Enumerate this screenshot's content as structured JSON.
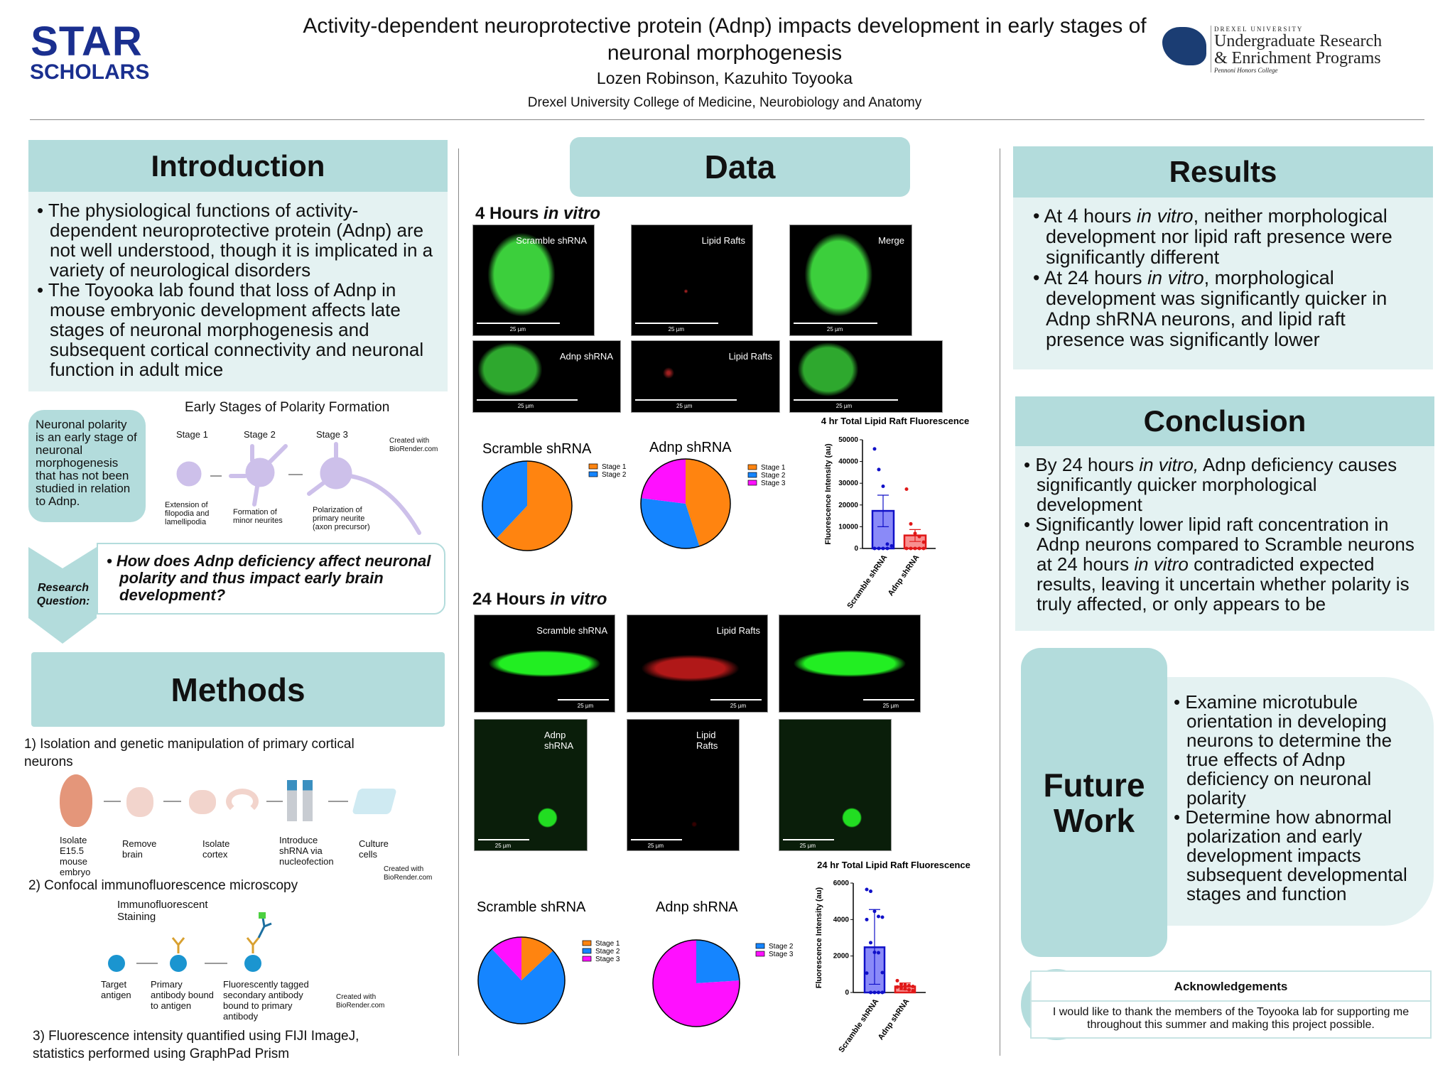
{
  "header": {
    "logo_left_line1": "STAR",
    "logo_left_line2": "SCHOLARS",
    "title_line1": "Activity-dependent neuroprotective protein (Adnp) impacts development in early stages of",
    "title_line2": "neuronal morphogenesis",
    "authors": "Lozen Robinson, Kazuhito Toyooka",
    "affiliation": "Drexel University College of Medicine, Neurobiology and Anatomy",
    "logo_right_top": "DREXEL UNIVERSITY",
    "logo_right_l1": "Undergraduate Research",
    "logo_right_l2": "& Enrichment Programs",
    "logo_right_l3": "Pennoni Honors College"
  },
  "introduction": {
    "title": "Introduction",
    "bullets": [
      "The physiological functions of activity-dependent neuroprotective protein (Adnp) are not well understood, though it is implicated in a variety of neurological disorders",
      "The Toyooka lab found that loss of Adnp in mouse embryonic development affects late stages of neuronal morphogenesis and subsequent cortical connectivity and neuronal function in adult mice"
    ],
    "polarity_note": "Neuronal polarity is an early stage of neuronal morphogenesis that has not been studied in relation to Adnp.",
    "figure": {
      "title": "Early Stages of Polarity Formation",
      "stages": [
        {
          "name": "Stage 1",
          "desc": "Extension of filopodia and lamellipodia"
        },
        {
          "name": "Stage 2",
          "desc": "Formation of minor neurites"
        },
        {
          "name": "Stage 3",
          "desc": "Polarization of primary neurite (axon precursor)"
        }
      ],
      "credit": "Created with BioRender.com"
    }
  },
  "research_question": {
    "label": "Research Question:",
    "text": "How does Adnp deficiency affect neuronal polarity and thus impact early brain development?"
  },
  "methods": {
    "title": "Methods",
    "step1": "1) Isolation and genetic manipulation of primary cortical neurons",
    "step1_items": [
      "Isolate E15.5 mouse embryo",
      "Remove brain",
      "Isolate cortex",
      "Introduce shRNA via nucleofection",
      "Culture cells"
    ],
    "step2": "2) Confocal immunofluorescence microscopy",
    "step2_title": "Immunofluorescent Staining",
    "step2_items": [
      "Target antigen",
      "Primary antibody bound to antigen",
      "Fluorescently tagged secondary antibody bound to primary antibody"
    ],
    "step3": "3) Fluorescence intensity quantified using FIJI ImageJ, statistics performed using GraphPad Prism",
    "credit": "Created with BioRender.com"
  },
  "data": {
    "title": "Data",
    "h4_label": "4 Hours ",
    "h24_label": "24 Hours ",
    "in_vitro": "in vitro",
    "scale": "25 µm",
    "h4_images": [
      "Scramble shRNA",
      "Lipid Rafts",
      "Merge",
      "Adnp shRNA",
      "Lipid Rafts",
      ""
    ],
    "h24_images": [
      "Scramble shRNA",
      "Lipid Rafts",
      "",
      "Adnp shRNA",
      "Lipid Rafts",
      ""
    ]
  },
  "colors": {
    "stage1": "#ff8410",
    "stage2": "#1585ff",
    "stage3": "#ff10ff",
    "scramble": "#1010c8",
    "adnp": "#e01818"
  },
  "chart_data": [
    {
      "type": "pie",
      "title": "Scramble shRNA",
      "timepoint": "4 hr",
      "labels": [
        "Stage 1",
        "Stage 2"
      ],
      "values": [
        62,
        38
      ]
    },
    {
      "type": "pie",
      "title": "Adnp shRNA",
      "timepoint": "4 hr",
      "labels": [
        "Stage 1",
        "Stage 2",
        "Stage 3"
      ],
      "values": [
        45,
        32,
        23
      ]
    },
    {
      "type": "bar",
      "title": "4 hr Total Lipid Raft Fluorescence",
      "ylabel": "Fluorescence Intensity (au)",
      "categories": [
        "Scramble shRNA",
        "Adnp shRNA"
      ],
      "values": [
        17300,
        6000
      ],
      "error_low": [
        10000,
        3200
      ],
      "error_high": [
        24500,
        8700
      ],
      "points": [
        [
          45800,
          36300,
          28600,
          2000,
          1200,
          0,
          0,
          0,
          0
        ],
        [
          27300,
          11300,
          6900,
          5500,
          2900,
          0,
          0,
          0,
          0,
          0
        ]
      ],
      "ylim": [
        0,
        50000
      ],
      "yticks": [
        0,
        10000,
        20000,
        30000,
        40000,
        50000
      ]
    },
    {
      "type": "pie",
      "title": "Scramble shRNA",
      "timepoint": "24 hr",
      "labels": [
        "Stage 1",
        "Stage 2",
        "Stage 3"
      ],
      "values": [
        13,
        75,
        12
      ]
    },
    {
      "type": "pie",
      "title": "Adnp shRNA",
      "timepoint": "24 hr",
      "labels": [
        "Stage 2",
        "Stage 3"
      ],
      "values": [
        24,
        76
      ]
    },
    {
      "type": "bar",
      "title": "24 hr Total Lipid Raft Fluorescence",
      "ylabel": "Fluorescence Intensity (au)",
      "categories": [
        "Scramble shRNA",
        "Adnp shRNA"
      ],
      "values": [
        2480,
        330
      ],
      "error_low": [
        450,
        150
      ],
      "error_high": [
        4550,
        520
      ],
      "points": [
        [
          5650,
          5550,
          4450,
          4170,
          4130,
          4000,
          2730,
          2200,
          2180,
          1090,
          1060,
          0,
          0,
          0,
          0
        ],
        [
          650,
          450,
          420,
          380,
          330,
          300,
          250,
          200,
          150,
          100
        ]
      ],
      "ylim": [
        0,
        6000
      ],
      "yticks": [
        0,
        2000,
        4000,
        6000
      ]
    }
  ],
  "results": {
    "title": "Results",
    "b1_pre": "At 4 hours ",
    "b1_it": "in vitro",
    "b1_post": ", neither morphological development nor lipid raft presence were significantly different",
    "b2_pre": "At 24 hours ",
    "b2_it": "in vitro",
    "b2_post": ", morphological development was significantly quicker in Adnp shRNA neurons, and lipid raft presence was significantly lower"
  },
  "conclusion": {
    "title": "Conclusion",
    "b1_pre": "By 24 hours ",
    "b1_it": "in vitro,",
    "b1_post": " Adnp deficiency causes significantly quicker morphological development",
    "b2_pre": "Significantly lower lipid raft concentration in Adnp neurons compared to Scramble neurons at 24 hours ",
    "b2_it": "in vitro",
    "b2_post": " contradicted expected results, leaving it uncertain whether polarity is truly affected, or only appears to be"
  },
  "future": {
    "title": "Future Work",
    "bullets": [
      "Examine microtubule orientation in developing neurons to determine the true effects of Adnp deficiency on neuronal polarity",
      "Determine how abnormal polarization and early development impacts subsequent developmental stages and function"
    ]
  },
  "ack": {
    "title": "Acknowledgements",
    "text": "I would like to thank the members of the Toyooka lab for supporting me throughout this summer and making this project possible."
  }
}
